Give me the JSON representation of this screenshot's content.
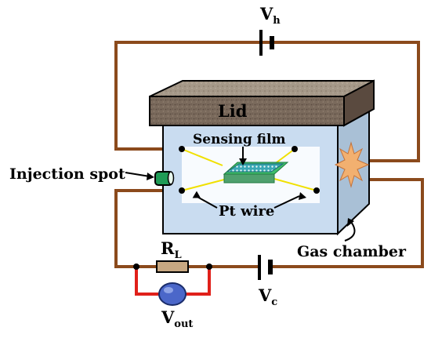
{
  "labels": {
    "vh_main": "V",
    "vh_sub": "h",
    "lid": "Lid",
    "sensing_film": "Sensing film",
    "injection_spot": "Injection spot",
    "pt_wire": "Pt wire",
    "gas_chamber": "Gas chamber",
    "rl_main": "R",
    "rl_sub": "L",
    "vc_main": "V",
    "vc_sub": "c",
    "vout_main": "V",
    "vout_sub": "out"
  },
  "colors": {
    "wire": "#8b4a1c",
    "meter_wire": "#e0201a",
    "chamber_front": "#c9dcf0",
    "chamber_side": "#a9c0d6",
    "lid_top": "#9a8d7e",
    "lid_front": "#6e5e50",
    "pt_wire": "#f0e000",
    "sensing_film": "#3fbf6a",
    "injection": "#1f9b56",
    "voltmeter": "#4b67c9",
    "resistor": "#c8a882",
    "heater": "#f2b070"
  }
}
